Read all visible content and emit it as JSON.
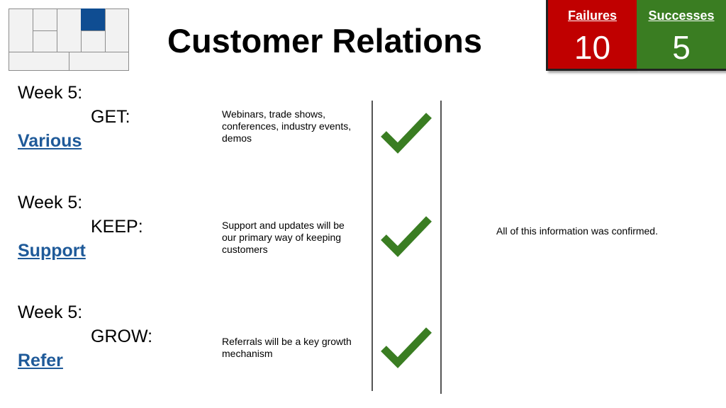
{
  "slide": {
    "title": "Customer Relations"
  },
  "scoreboard": {
    "failures_label": "Failures",
    "failures_count": "10",
    "successes_label": "Successes",
    "successes_count": "5",
    "failures_color": "#c00000",
    "successes_color": "#3a7d22"
  },
  "thumbnail": {
    "highlight_color": "#0f4d92"
  },
  "rows": [
    {
      "week": "Week 5:",
      "stage": "GET:",
      "link": "Various",
      "description": "Webinars, trade shows, conferences, industry events, demos",
      "status_icon": "checkmark-icon"
    },
    {
      "week": "Week 5:",
      "stage": "KEEP:",
      "link": "Support",
      "description": "Support and updates will be our primary way of keeping customers",
      "status_icon": "checkmark-icon"
    },
    {
      "week": "Week 5:",
      "stage": "GROW:",
      "link": "Refer",
      "description": "Referrals will be a key growth mechanism",
      "status_icon": "checkmark-icon"
    }
  ],
  "note": "All of this information was confirmed.",
  "check_color": "#3a7d22",
  "link_color": "#1f5a99"
}
